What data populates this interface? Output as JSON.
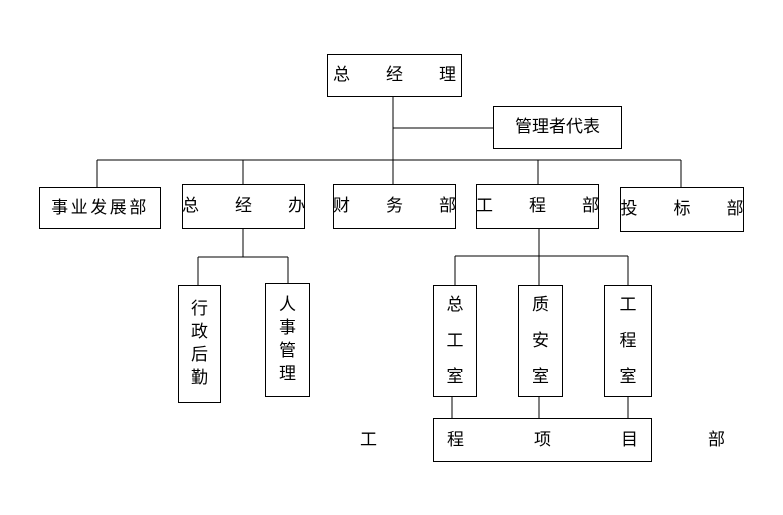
{
  "org_chart": {
    "root": "总 经 理",
    "representative": "管理者代表",
    "departments": {
      "business_dev": "事业发展部",
      "gm_office": "总 经 办",
      "finance": "财 务 部",
      "engineering": "工 程 部",
      "bidding": "投 标 部"
    },
    "gm_office_units": {
      "admin": [
        "行",
        "政",
        "后",
        "勤"
      ],
      "hr": [
        "人",
        "事",
        "管",
        "理"
      ]
    },
    "engineering_units": {
      "chief_engineer": [
        "总",
        "工",
        "室"
      ],
      "quality_safety": [
        "质",
        "安",
        "室"
      ],
      "engineering_room": [
        "工",
        "程",
        "室"
      ]
    },
    "project_dept": "工 程 项 目 部"
  }
}
